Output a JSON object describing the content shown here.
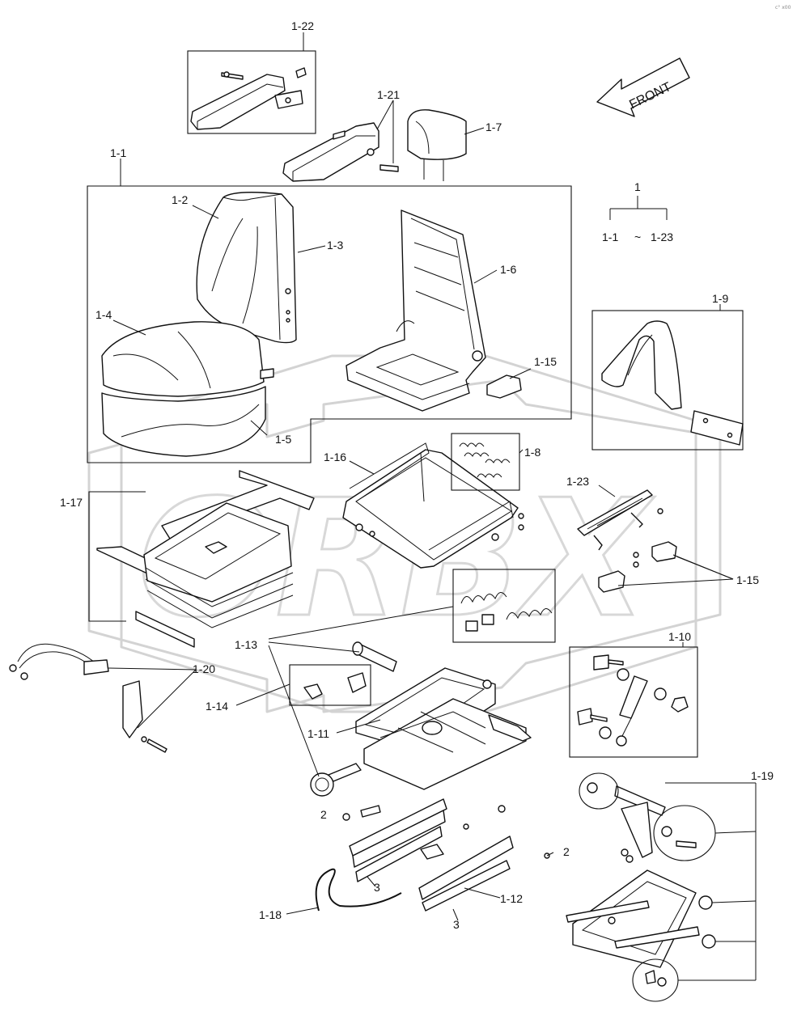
{
  "watermark": {
    "text": "ORBX"
  },
  "front_arrow": {
    "label": "FRONT"
  },
  "corner_mark": "c° x00",
  "tree": {
    "root": "1",
    "from": "1-1",
    "tilde": "~",
    "to": "1-23"
  },
  "labels": {
    "p1_22": "1-22",
    "p1_21": "1-21",
    "p1_7": "1-7",
    "p1_1": "1-1",
    "p1_2": "1-2",
    "p1_3": "1-3",
    "p1_4": "1-4",
    "p1_5": "1-5",
    "p1_6": "1-6",
    "p1_15a": "1-15",
    "p1_9": "1-9",
    "p1_16": "1-16",
    "p1_8": "1-8",
    "p1_17": "1-17",
    "p1_23": "1-23",
    "p1_15b": "1-15",
    "p1_13": "1-13",
    "p1_10": "1-10",
    "p1_20": "1-20",
    "p1_14": "1-14",
    "p1_11": "1-11",
    "p1_19": "1-19",
    "p2a": "2",
    "p2b": "2",
    "p3a": "3",
    "p3b": "3",
    "p1_12": "1-12",
    "p1_18": "1-18"
  }
}
